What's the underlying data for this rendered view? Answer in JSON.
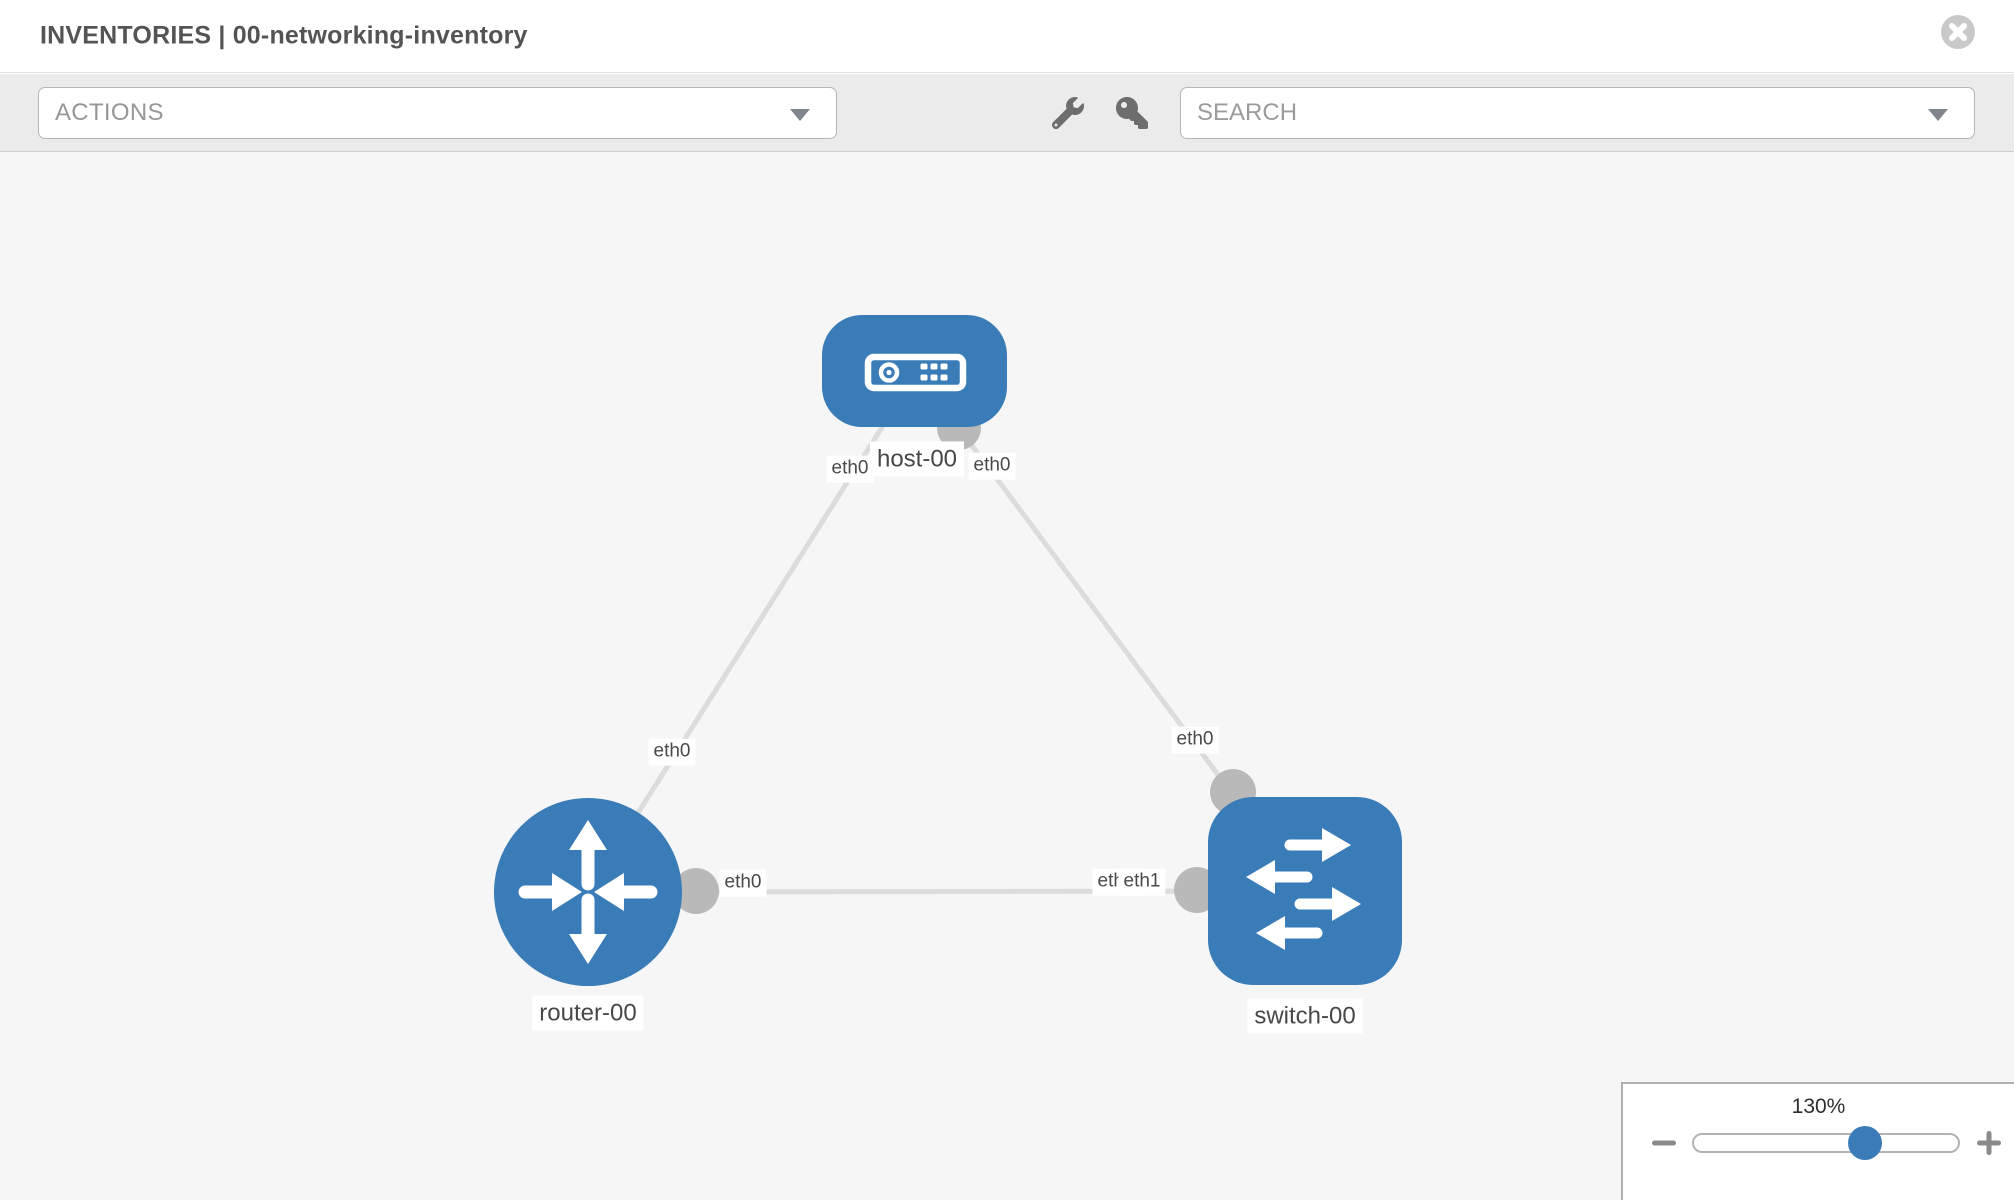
{
  "header": {
    "title": "INVENTORIES | 00-networking-inventory",
    "close_icon": "close-circle-x"
  },
  "toolbar": {
    "actions_dropdown": {
      "label": "ACTIONS",
      "caret_icon": "chevron-down"
    },
    "wrench_icon": "wrench",
    "key_icon": "key",
    "search_dropdown": {
      "placeholder": "SEARCH",
      "caret_icon": "chevron-down"
    }
  },
  "topology": {
    "nodes": [
      {
        "label": "host-00",
        "type": "host",
        "icon": "host-device-icon"
      },
      {
        "label": "router-00",
        "type": "router",
        "icon": "router-arrows-icon"
      },
      {
        "label": "switch-00",
        "type": "switch",
        "icon": "switch-arrows-icon"
      }
    ],
    "links": [
      {
        "from": "host-00",
        "to": "router-00"
      },
      {
        "from": "host-00",
        "to": "switch-00"
      },
      {
        "from": "router-00",
        "to": "switch-00"
      }
    ],
    "interface_labels": {
      "host_left": "eth0",
      "host_right": "eth0",
      "host_router_link": "eth0",
      "host_switch_link": "eth0",
      "router_end": "eth0",
      "switch_end_under": "eth0",
      "switch_end_top": "eth1"
    }
  },
  "zoom_control": {
    "level": "130%",
    "zoom_out_icon": "minus",
    "zoom_in_icon": "plus"
  },
  "colors": {
    "node_blue": "#3a7cb8",
    "link_gray": "#dcdcdc",
    "connector_gray": "#b9b9b9",
    "toolbar_bg": "#ebebeb",
    "canvas_bg": "#f6f6f6"
  }
}
